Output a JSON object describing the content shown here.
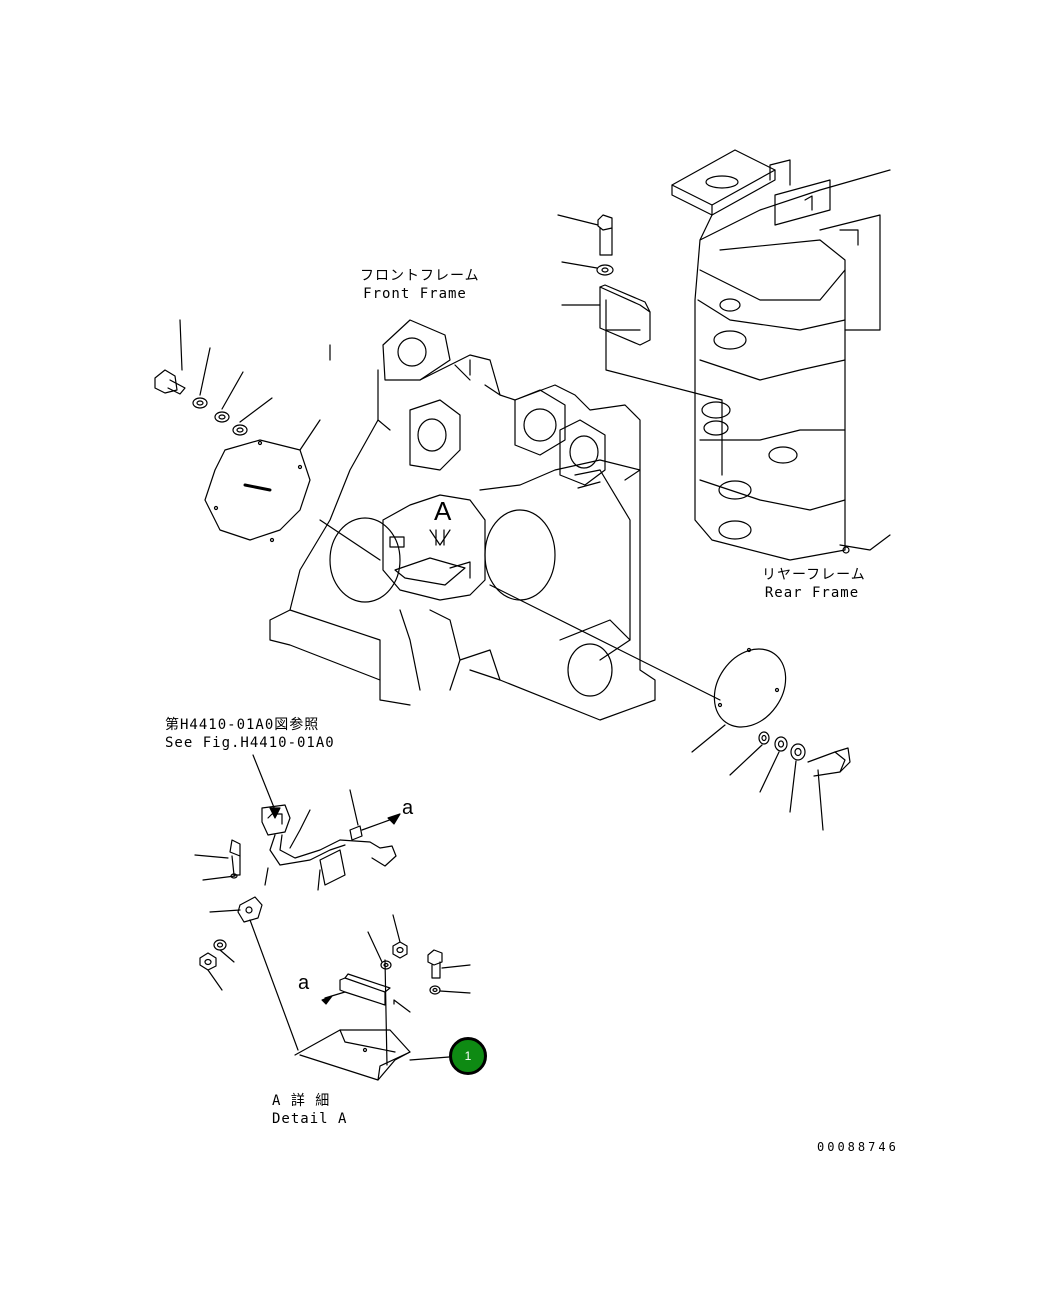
{
  "labels": {
    "front_frame_jp": "フロントフレーム",
    "front_frame_en": "Front Frame",
    "rear_frame_jp": "リヤーフレーム",
    "rear_frame_en": "Rear Frame",
    "see_fig_jp": "第H4410-01A0図参照",
    "see_fig_en": "See Fig.H4410-01A0",
    "detail_jp": "A 詳 細",
    "detail_en": "Detail A",
    "view_marker": "A",
    "arrow_a_right": "a",
    "arrow_a_left": "a"
  },
  "part_callouts": [
    {
      "number": "1",
      "color": "#0e8a13"
    }
  ],
  "drawing_number": "00088746"
}
